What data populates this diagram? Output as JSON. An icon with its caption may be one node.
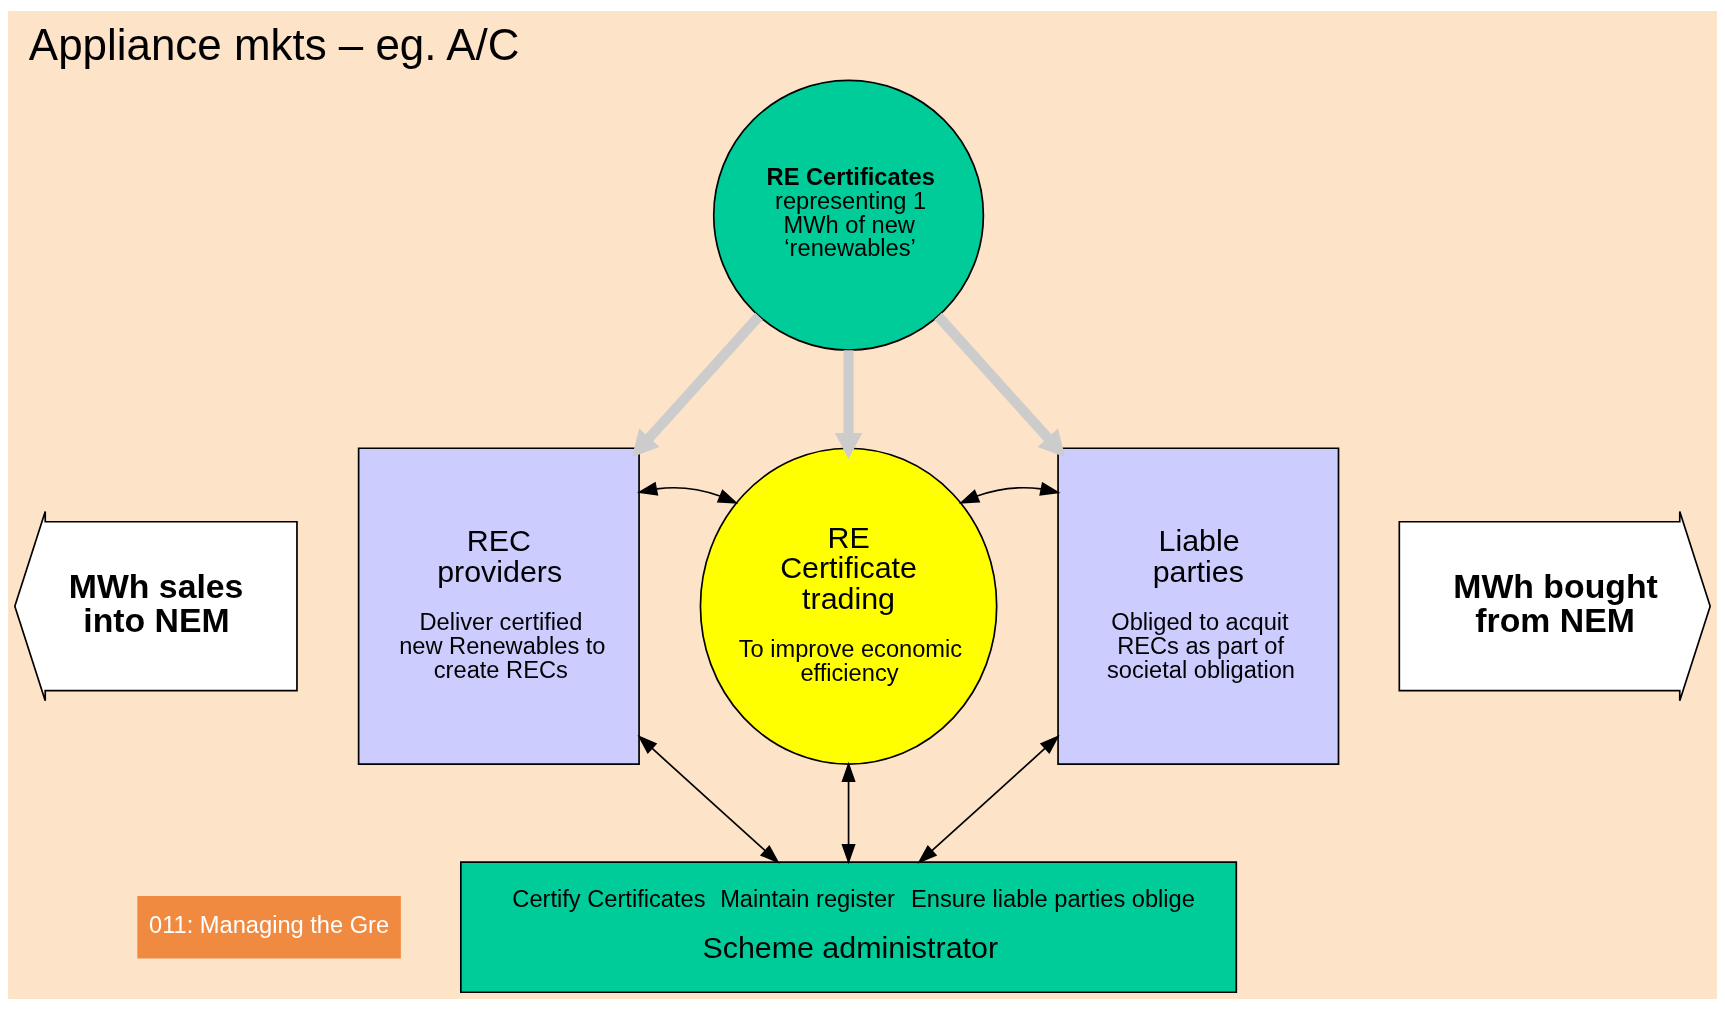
{
  "diagram": {
    "title": "Appliance mkts – eg. A/C",
    "nodes": [
      {
        "text": [
          "RE Certificates",
          "representing 1 MWh of new ‘renewables’"
        ]
      },
      {
        "text": [
          "MWh sales into NEM"
        ]
      },
      {
        "text": [
          "REC providers",
          "Deliver certified new Renewables to create RECs"
        ]
      },
      {
        "text": [
          "RE Certificate trading",
          "To improve economic efficiency"
        ]
      },
      {
        "text": [
          "Liable parties",
          "Obliged to acquit RECs as part of societal obligation"
        ]
      },
      {
        "text": [
          "MWh bought from NEM"
        ]
      },
      {
        "text": [
          "Certify Certificates",
          "Maintain register",
          "Ensure liable parties oblige",
          "Scheme administrator"
        ]
      }
    ],
    "edges": [
      {
        "from": 0,
        "to": 2,
        "arrow": "to",
        "style": "thick",
        "color": "#cccccc"
      },
      {
        "from": 0,
        "to": 3,
        "arrow": "to",
        "style": "thick",
        "color": "#cccccc"
      },
      {
        "from": 0,
        "to": 4,
        "arrow": "to",
        "style": "thick",
        "color": "#cccccc"
      },
      {
        "from": 2,
        "to": 3,
        "arrow": "both"
      },
      {
        "from": 3,
        "to": 4,
        "arrow": "both"
      },
      {
        "from": 2,
        "to": 6,
        "arrow": "both"
      },
      {
        "from": 3,
        "to": 6,
        "arrow": "both"
      },
      {
        "from": 4,
        "to": 6,
        "arrow": "both"
      }
    ],
    "labels": [
      "011: Managing the Gre"
    ]
  }
}
